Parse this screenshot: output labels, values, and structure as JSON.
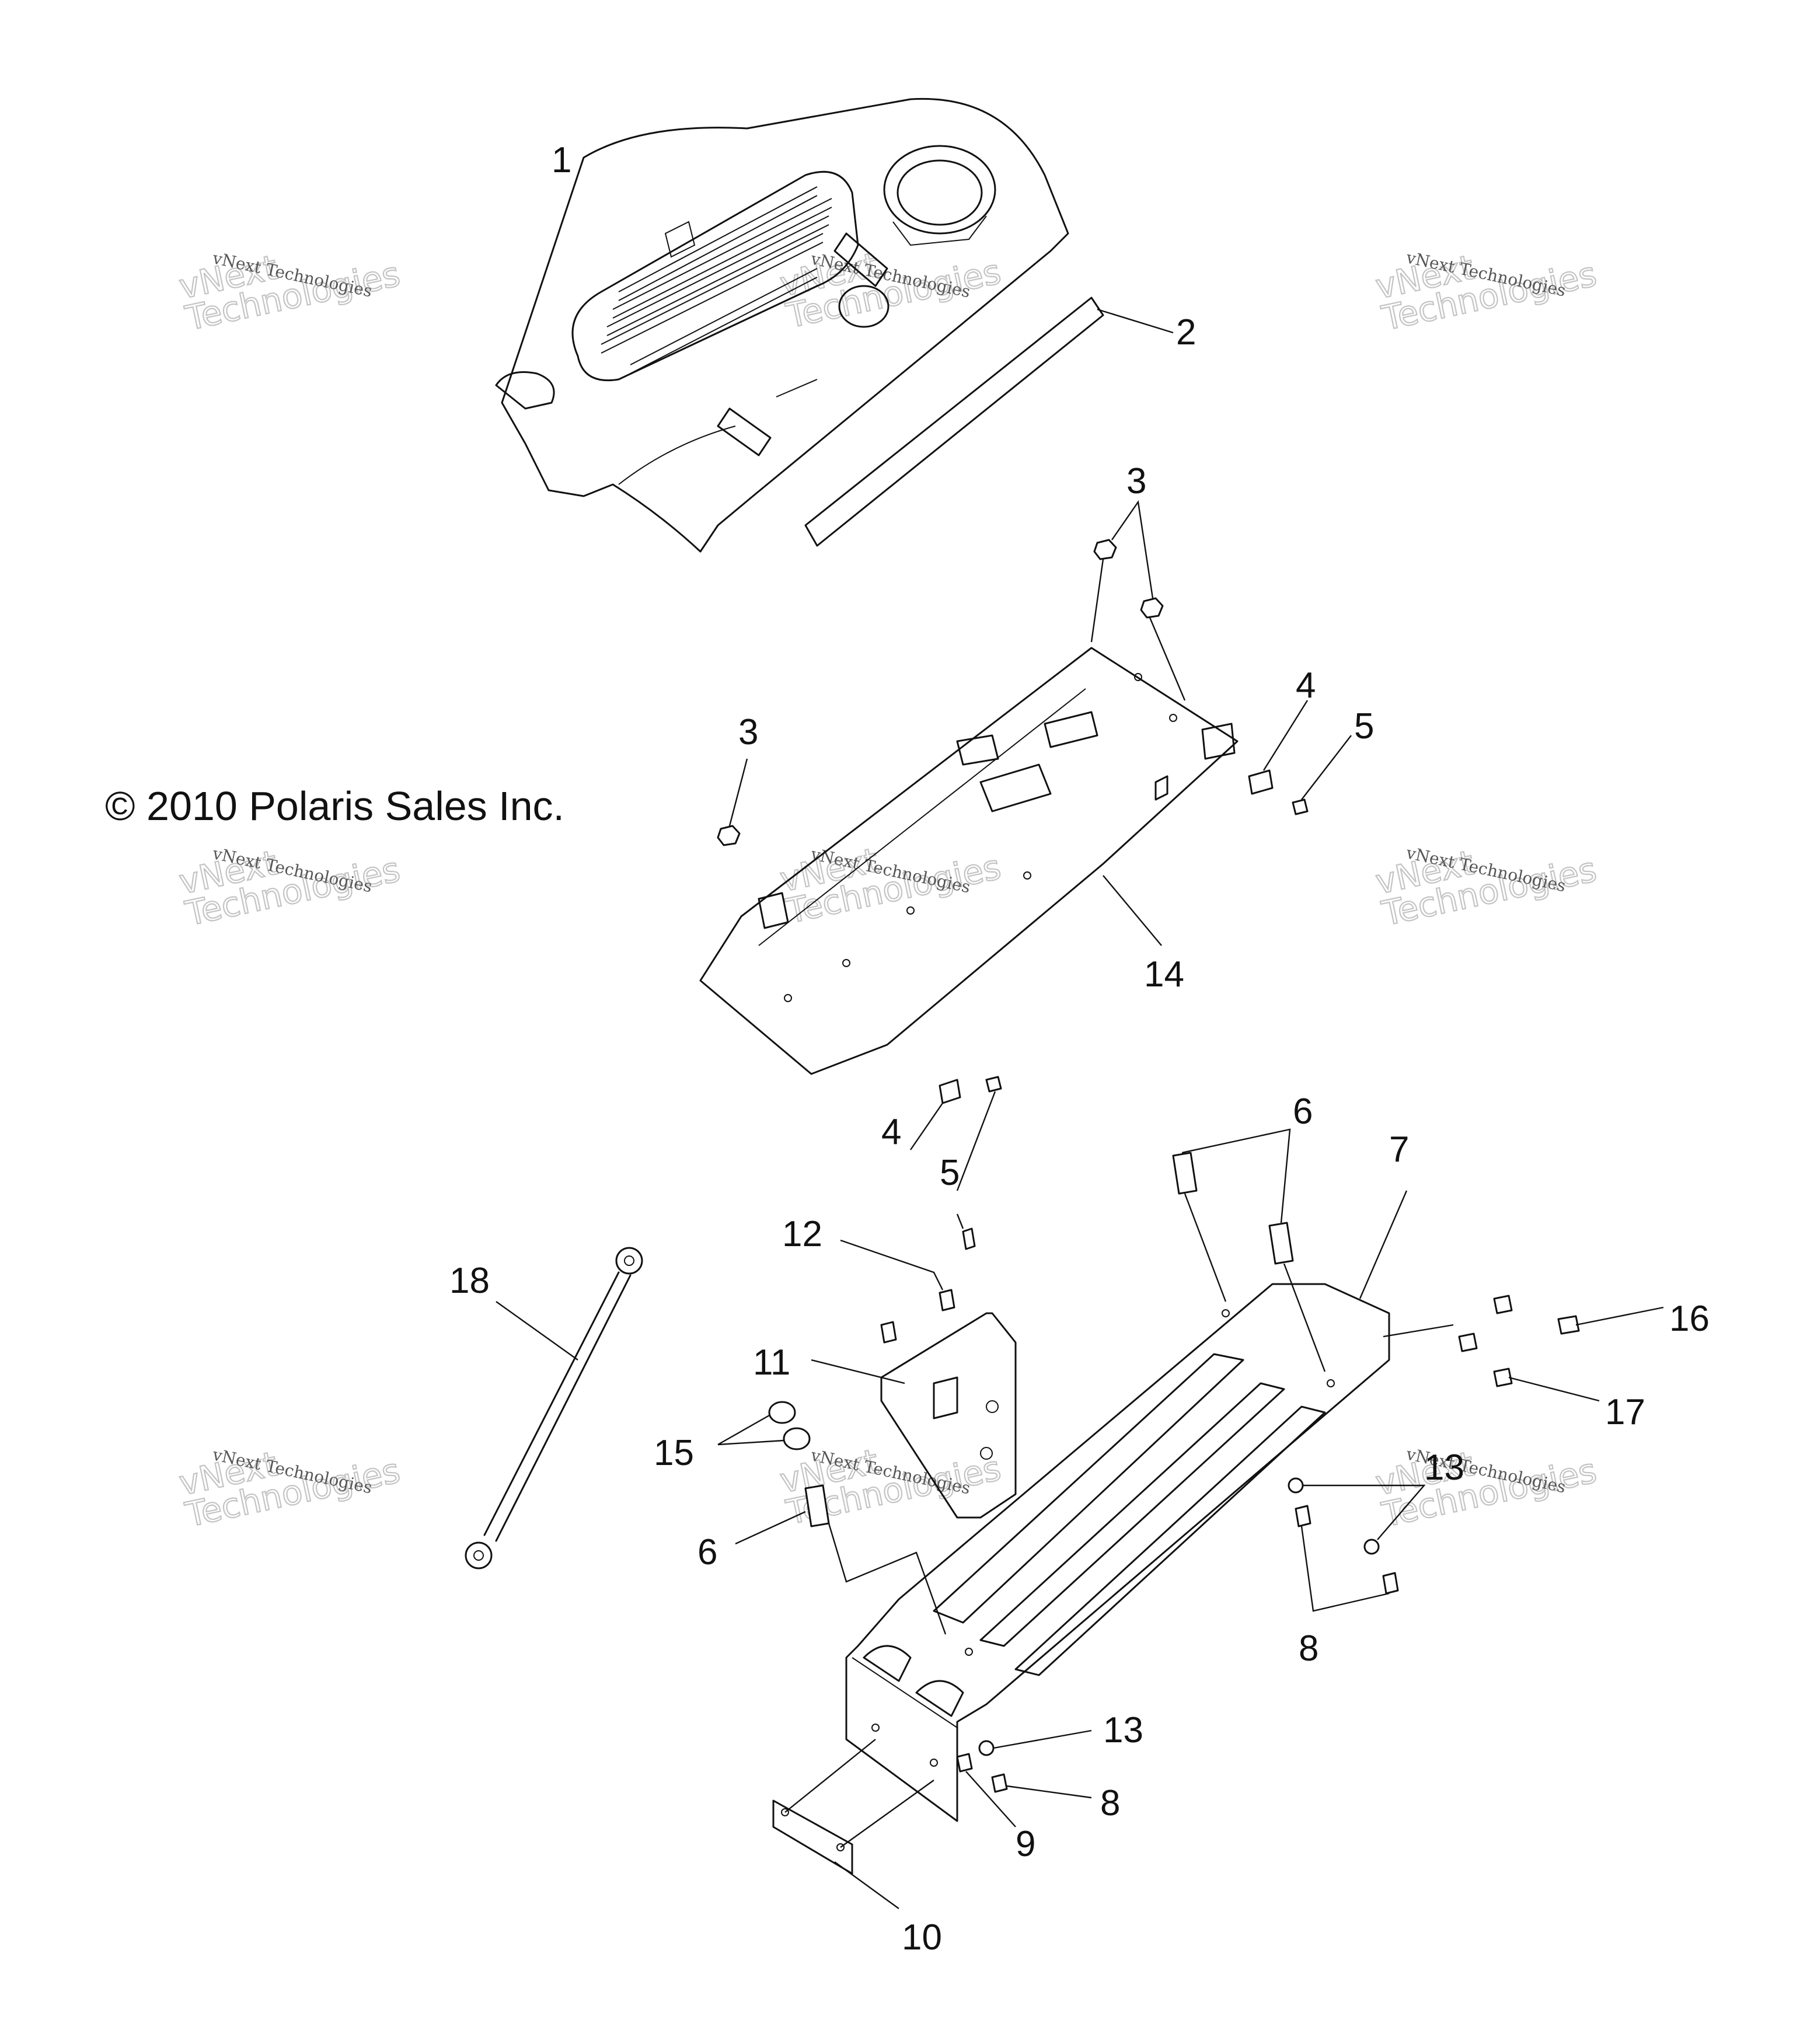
{
  "copyright": "© 2010 Polaris Sales Inc.",
  "watermark": {
    "line1": "vNext Technologies",
    "line2_top": "vNext",
    "line2_bottom": "Technologies"
  },
  "callouts": [
    {
      "id": "c1",
      "label": "1"
    },
    {
      "id": "c2",
      "label": "2"
    },
    {
      "id": "c3a",
      "label": "3"
    },
    {
      "id": "c3b",
      "label": "3"
    },
    {
      "id": "c4a",
      "label": "4"
    },
    {
      "id": "c5a",
      "label": "5"
    },
    {
      "id": "c14",
      "label": "14"
    },
    {
      "id": "c4b",
      "label": "4"
    },
    {
      "id": "c5b",
      "label": "5"
    },
    {
      "id": "c6a",
      "label": "6"
    },
    {
      "id": "c7",
      "label": "7"
    },
    {
      "id": "c12",
      "label": "12"
    },
    {
      "id": "c18",
      "label": "18"
    },
    {
      "id": "c16",
      "label": "16"
    },
    {
      "id": "c11",
      "label": "11"
    },
    {
      "id": "c17",
      "label": "17"
    },
    {
      "id": "c15",
      "label": "15"
    },
    {
      "id": "c13a",
      "label": "13"
    },
    {
      "id": "c6b",
      "label": "6"
    },
    {
      "id": "c8a",
      "label": "8"
    },
    {
      "id": "c13b",
      "label": "13"
    },
    {
      "id": "c8b",
      "label": "8"
    },
    {
      "id": "c9",
      "label": "9"
    },
    {
      "id": "c10",
      "label": "10"
    }
  ]
}
